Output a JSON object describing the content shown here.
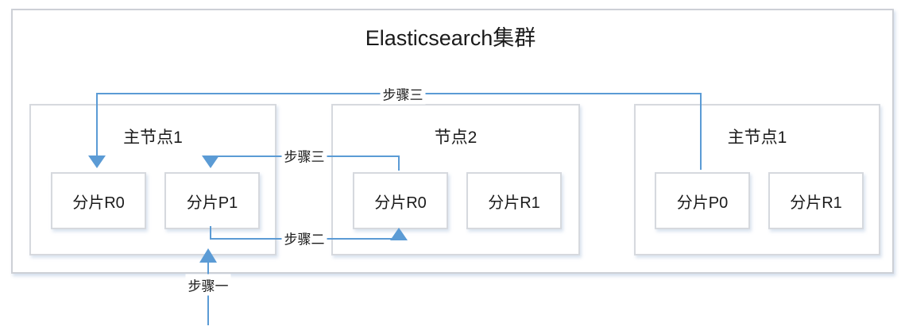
{
  "title": "Elasticsearch集群",
  "nodes": [
    {
      "label": "主节点1",
      "shards": [
        "分片R0",
        "分片P1"
      ]
    },
    {
      "label": "节点2",
      "shards": [
        "分片R0",
        "分片R1"
      ]
    },
    {
      "label": "主节点1",
      "shards": [
        "分片P0",
        "分片R1"
      ]
    }
  ],
  "step_labels": {
    "step1": "步骤一",
    "step2": "步骤二",
    "step3_top": "步骤三",
    "step3_mid": "步骤三"
  },
  "colors": {
    "arrow_blue": "#5b9bd5",
    "box_border": "#cdd0d6",
    "inner_border": "#d6d9de",
    "text_color": "#1a1a1a"
  }
}
